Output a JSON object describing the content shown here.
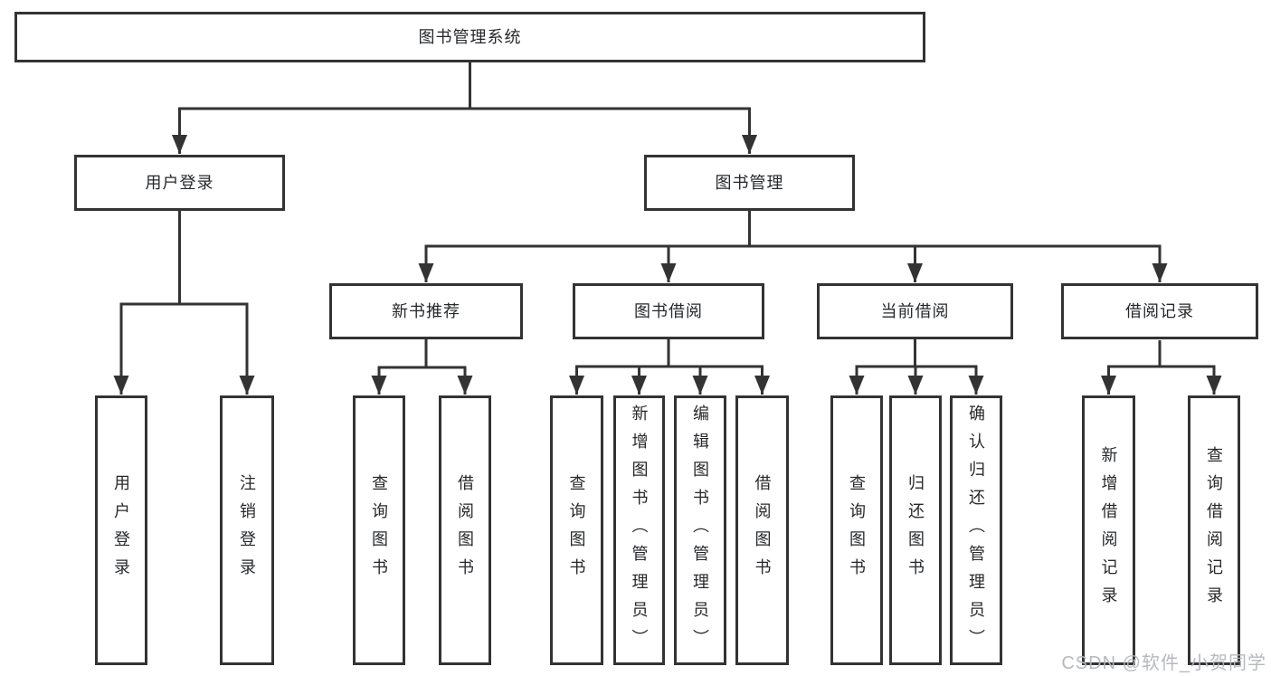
{
  "tree": {
    "root": "图书管理系统",
    "level2": [
      "用户登录",
      "图书管理"
    ],
    "level3": [
      "新书推荐",
      "图书借阅",
      "当前借阅",
      "借阅记录"
    ],
    "leaves": {
      "user_login": [
        "用户登录",
        "注销登录"
      ],
      "new_book": [
        "查询图书",
        "借阅图书"
      ],
      "book_borrow": [
        "查询图书",
        "新增图书（管理员）",
        "编辑图书（管理员）",
        "借阅图书"
      ],
      "current_borrow": [
        "查询图书",
        "归还图书",
        "确认归还（管理员）"
      ],
      "borrow_records": [
        "新增借阅记录",
        "查询借阅记录"
      ]
    }
  },
  "watermark": "CSDN @软件_小贺同学",
  "colors": {
    "line": "#333333",
    "text": "#26282b",
    "box_background": "#ffffff",
    "page_background": "#ffffff",
    "watermark": "#b2b5ba"
  }
}
